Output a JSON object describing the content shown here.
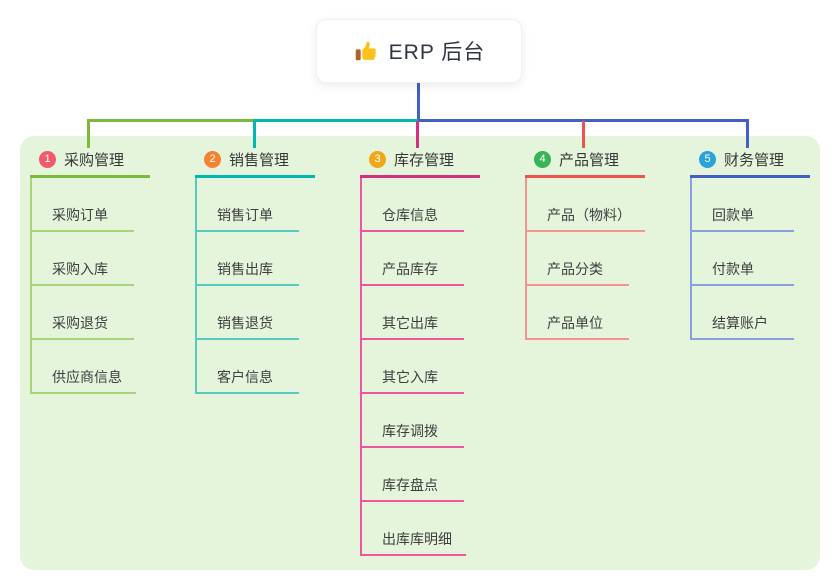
{
  "root": {
    "label": "ERP 后台",
    "icon": "thumbs-up-icon"
  },
  "canvas": {
    "background": "#FFFFFF",
    "panel_background": "#E4F5DC",
    "root_connector_color": "#4360C6",
    "text_color": "#383838"
  },
  "branches": [
    {
      "badge": "1",
      "badge_color": "#F2596A",
      "label": "采购管理",
      "line_color": "#7CBA3D",
      "child_line_color": "#A8D379",
      "children": [
        "采购订单",
        "采购入库",
        "采购退货",
        "供应商信息"
      ]
    },
    {
      "badge": "2",
      "badge_color": "#F58233",
      "label": "销售管理",
      "line_color": "#00B8AF",
      "child_line_color": "#57C9BF",
      "children": [
        "销售订单",
        "销售出库",
        "销售退货",
        "客户信息"
      ]
    },
    {
      "badge": "3",
      "badge_color": "#F0A819",
      "label": "库存管理",
      "line_color": "#D5307F",
      "child_line_color": "#F0569E",
      "children": [
        "仓库信息",
        "产品库存",
        "其它出库",
        "其它入库",
        "库存调拨",
        "库存盘点",
        "出库库明细"
      ]
    },
    {
      "badge": "4",
      "badge_color": "#36B456",
      "label": "产品管理",
      "line_color": "#F1524E",
      "child_line_color": "#F29394",
      "children": [
        "产品（物料）",
        "产品分类",
        "产品单位"
      ]
    },
    {
      "badge": "5",
      "badge_color": "#2CA2DD",
      "label": "财务管理",
      "line_color": "#4360C6",
      "child_line_color": "#8BA0DF",
      "children": [
        "回款单",
        "付款单",
        "结算账户"
      ]
    }
  ]
}
